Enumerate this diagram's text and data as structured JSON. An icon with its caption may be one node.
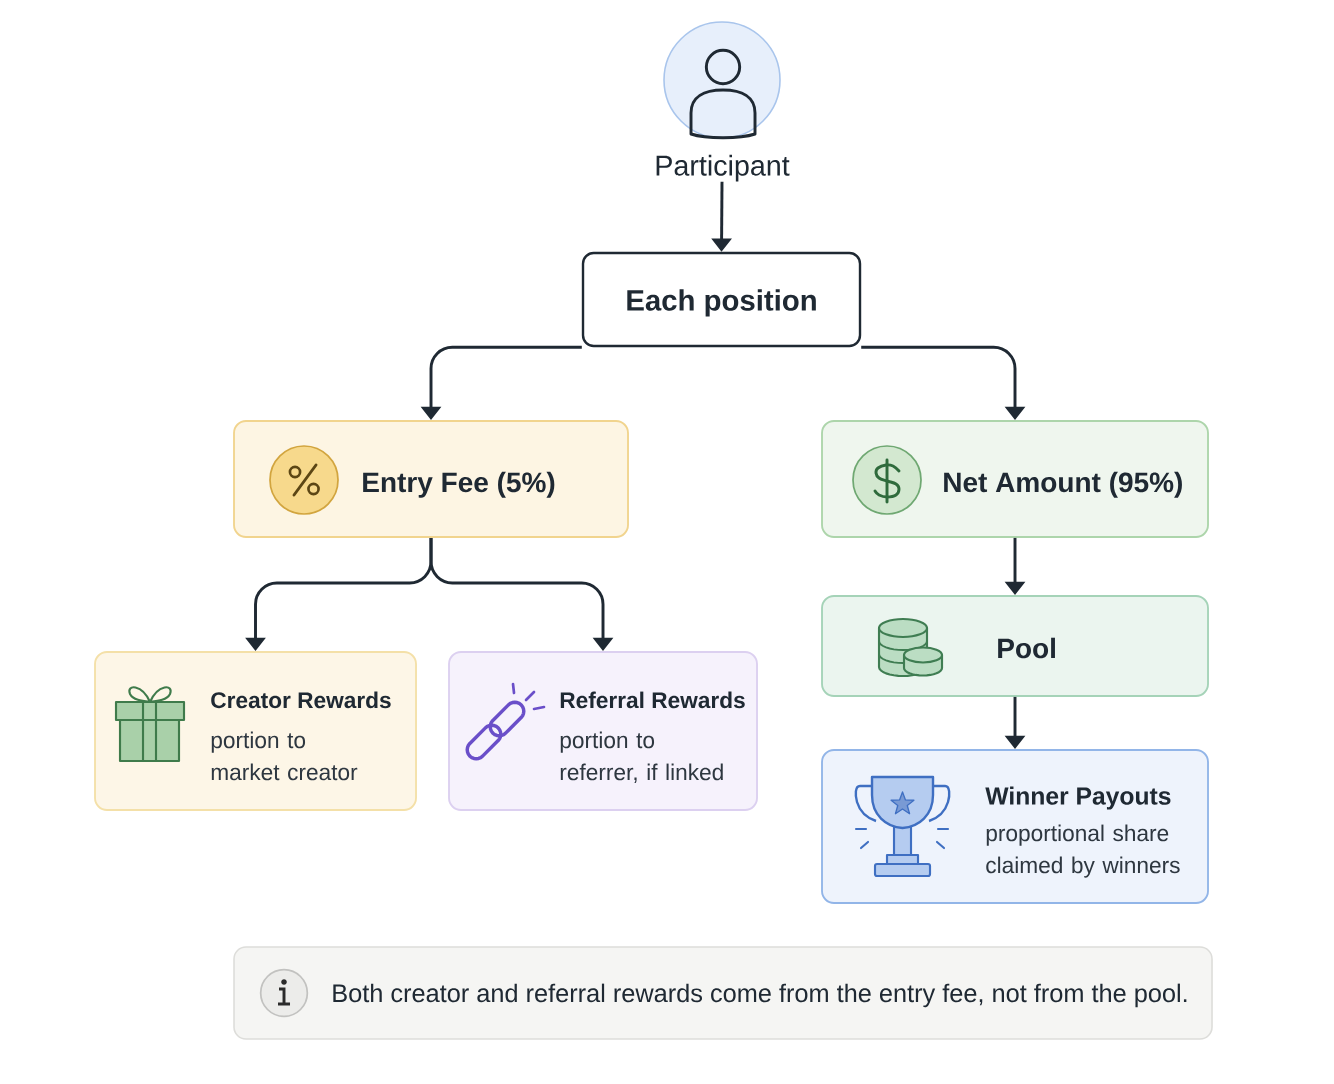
{
  "diagram": {
    "nodes": [
      {
        "text": [
          "Participant"
        ]
      },
      {
        "text": [
          "Each position"
        ]
      },
      {
        "text": [
          "Entry Fee (5%)"
        ]
      },
      {
        "text": [
          "Net Amount (95%)"
        ]
      },
      {
        "text": [
          "Creator Rewards",
          "portion to market creator"
        ]
      },
      {
        "text": [
          "Referral Rewards",
          "portion to referrer, if linked"
        ]
      },
      {
        "text": [
          "Pool"
        ]
      },
      {
        "text": [
          "Winner Payouts",
          "proportional share claimed by winners"
        ]
      },
      {
        "text": [
          "Both creator and referral rewards come from the entry fee, not from the pool."
        ]
      }
    ],
    "edges": [
      {
        "from": 0,
        "to": 1,
        "arrow": "to"
      },
      {
        "from": 1,
        "to": 2,
        "arrow": "to"
      },
      {
        "from": 1,
        "to": 3,
        "arrow": "to"
      },
      {
        "from": 2,
        "to": 4,
        "arrow": "to"
      },
      {
        "from": 2,
        "to": 5,
        "arrow": "to"
      },
      {
        "from": 3,
        "to": 6,
        "arrow": "to"
      },
      {
        "from": 6,
        "to": 7,
        "arrow": "to"
      }
    ]
  }
}
